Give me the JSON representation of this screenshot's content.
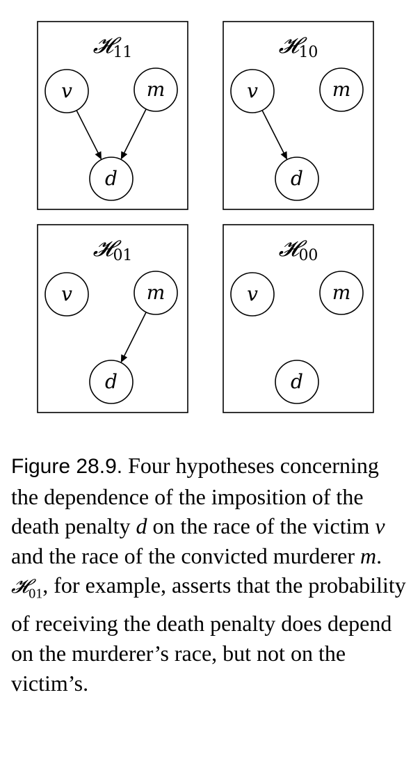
{
  "diagram": {
    "panels": [
      {
        "id": "h11",
        "symbol": "𝓗",
        "subscript": "11",
        "nodes": {
          "v": "v",
          "m": "m",
          "d": "d"
        },
        "edges": [
          [
            "v",
            "d"
          ],
          [
            "m",
            "d"
          ]
        ]
      },
      {
        "id": "h10",
        "symbol": "𝓗",
        "subscript": "10",
        "nodes": {
          "v": "v",
          "m": "m",
          "d": "d"
        },
        "edges": [
          [
            "v",
            "d"
          ]
        ]
      },
      {
        "id": "h01",
        "symbol": "𝓗",
        "subscript": "01",
        "nodes": {
          "v": "v",
          "m": "m",
          "d": "d"
        },
        "edges": [
          [
            "m",
            "d"
          ]
        ]
      },
      {
        "id": "h00",
        "symbol": "𝓗",
        "subscript": "00",
        "nodes": {
          "v": "v",
          "m": "m",
          "d": "d"
        },
        "edges": []
      }
    ]
  },
  "caption": {
    "label": "Figure 28.9.",
    "part1": " Four hypotheses concerning the dependence of the imposition of the death penalty ",
    "var_d": "d",
    "part2": " on the race of the victim ",
    "var_v": "v",
    "part3": " and the race of the convicted murderer ",
    "var_m": "m",
    "part4": ". ",
    "h_symbol": "𝓗",
    "h_subscript": "01",
    "part5": ", for example, asserts that the probability of receiving the death penalty does depend on the murderer’s race, but not on the victim’s."
  }
}
